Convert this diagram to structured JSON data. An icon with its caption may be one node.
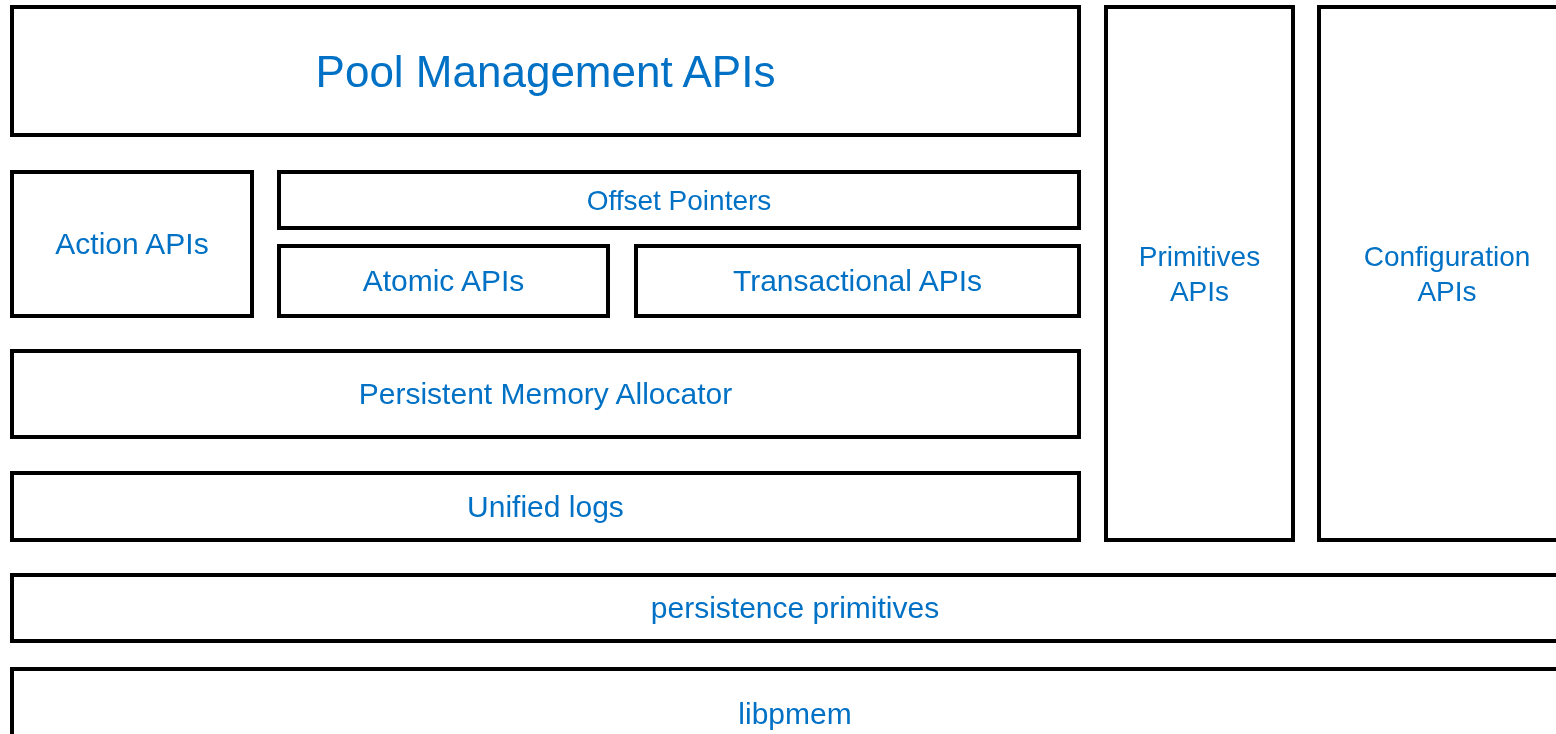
{
  "diagram": {
    "nodes": [
      {
        "text": [
          "Pool Management APIs"
        ]
      },
      {
        "text": [
          "Action APIs"
        ]
      },
      {
        "text": [
          "Offset Pointers"
        ]
      },
      {
        "text": [
          "Atomic APIs"
        ]
      },
      {
        "text": [
          "Transactional APIs"
        ]
      },
      {
        "text": [
          "Persistent Memory Allocator"
        ]
      },
      {
        "text": [
          "Unified logs"
        ]
      },
      {
        "text": [
          "Primitives APIs"
        ]
      },
      {
        "text": [
          "Configuration APIs"
        ]
      },
      {
        "text": [
          "persistence primitives"
        ]
      },
      {
        "text": [
          "libpmem"
        ]
      }
    ]
  }
}
